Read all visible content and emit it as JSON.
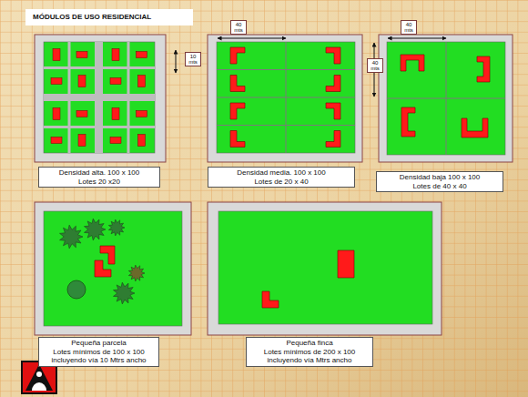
{
  "diagram": {
    "title": "MÓDULOS DE USO RESIDENCIAL",
    "nodes": [
      {
        "text": [
          "40 mts"
        ]
      },
      {
        "text": [
          "40 mts"
        ]
      },
      {
        "text": [
          "10 mts"
        ]
      },
      {
        "text": [
          "40 mts"
        ]
      },
      {
        "text": [
          "Densidad alta. 100 x 100",
          "Lotes 20 x20"
        ]
      },
      {
        "text": [
          "Densidad media. 100 x 100",
          "Lotes de 20 x 40"
        ]
      },
      {
        "text": [
          "Densidad baja 100 x 100",
          "Lotes de 40 x 40"
        ]
      },
      {
        "text": [
          "Pequeña parcela",
          "Lotes mínimos de 100 x 100 incluyendo vía 10 Mtrs ancho"
        ]
      },
      {
        "text": [
          "Pequeña finca",
          "Lotes mínimos de 200 x 100 incluyendo vía Mtrs ancho"
        ]
      }
    ]
  }
}
